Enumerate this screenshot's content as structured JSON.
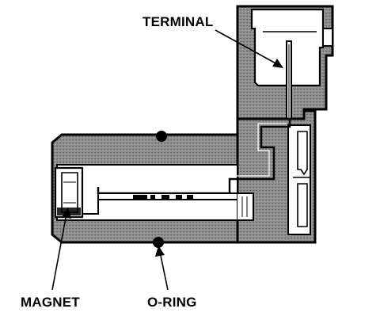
{
  "labels": {
    "terminal": "TERMINAL",
    "magnet": "MAGNET",
    "o_ring": "O-RING"
  },
  "colors": {
    "ink": "#000000",
    "housing_fill": "#8c8c8c",
    "paper": "#ffffff"
  }
}
